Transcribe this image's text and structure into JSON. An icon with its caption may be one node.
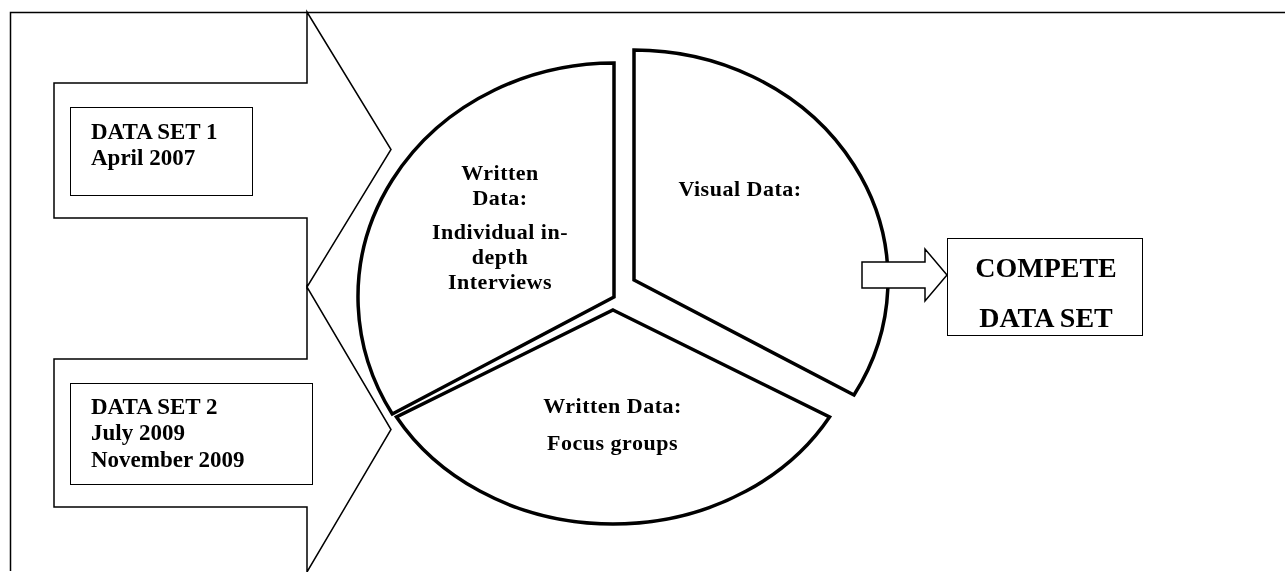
{
  "diagram": {
    "nodes": [
      {
        "text": [
          "DATA SET 1",
          "April 2007"
        ]
      },
      {
        "text": [
          "DATA SET 2",
          "July 2009",
          "November 2009"
        ]
      },
      {
        "text": [
          "Written Data:",
          "Individual in-depth Interviews"
        ]
      },
      {
        "text": [
          "Visual Data:"
        ]
      },
      {
        "text": [
          "Written Data:",
          "Focus groups"
        ]
      },
      {
        "text": [
          "COMPETE DATA SET"
        ]
      }
    ],
    "edges": [
      {
        "from": 0,
        "to": 2,
        "arrow": "to"
      },
      {
        "from": 1,
        "to": 2,
        "arrow": "to"
      },
      {
        "from": 3,
        "to": 5,
        "arrow": "to"
      }
    ]
  }
}
